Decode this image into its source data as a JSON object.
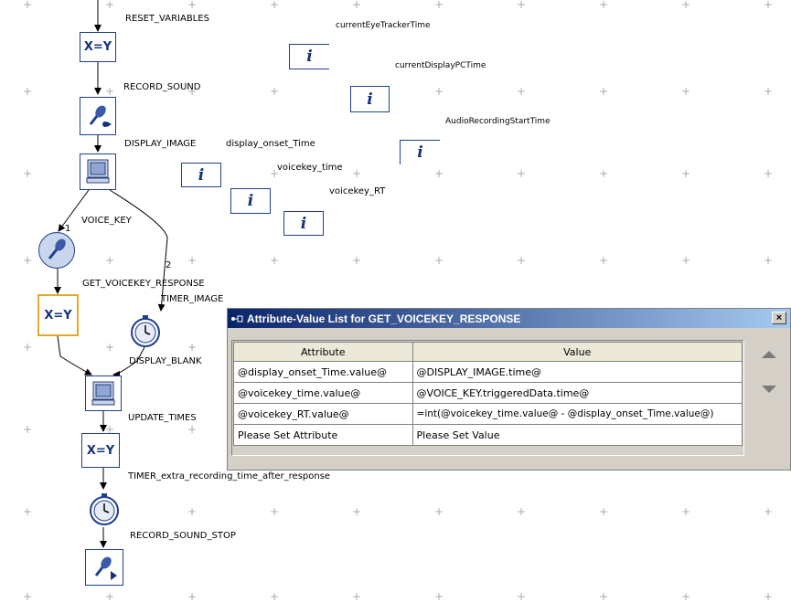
{
  "canvas": {
    "nodes": {
      "reset_variables": "RESET_VARIABLES",
      "record_sound": "RECORD_SOUND",
      "display_image": "DISPLAY_IMAGE",
      "voice_key": "VOICE_KEY",
      "get_voicekey_response": "GET_VOICEKEY_RESPONSE",
      "timer_image": "TIMER_IMAGE",
      "display_blank": "DISPLAY_BLANK",
      "update_times": "UPDATE_TIMES",
      "timer_extra": "TIMER_extra_recording_time_after_response",
      "record_sound_stop": "RECORD_SOUND_STOP"
    },
    "variables": {
      "current_eyetracker_time": "currentEyeTrackerTime",
      "current_display_pc_time": "currentDisplayPCTime",
      "audio_recording_start_time": "AudioRecordingStartTime",
      "display_onset_time": "display_onset_Time",
      "voicekey_time": "voicekey_time",
      "voicekey_rt": "voicekey_RT"
    },
    "xy_glyph": "X=Y",
    "info_glyph": "i",
    "branch_labels": [
      "1",
      "2"
    ]
  },
  "dialog": {
    "icon": "link-icon",
    "title": "Attribute-Value List for GET_VOICEKEY_RESPONSE",
    "close_glyph": "×",
    "columns": [
      "Attribute",
      "Value"
    ],
    "rows": [
      {
        "attribute": "@display_onset_Time.value@",
        "value": "@DISPLAY_IMAGE.time@"
      },
      {
        "attribute": "@voicekey_time.value@",
        "value": "@VOICE_KEY.triggeredData.time@"
      },
      {
        "attribute": "@voicekey_RT.value@",
        "value": "=int(@voicekey_time.value@ - @display_onset_Time.value@)"
      },
      {
        "attribute": "Please Set Attribute",
        "value": "Please Set Value"
      }
    ]
  },
  "colors": {
    "node_border": "#1f3f8f",
    "selected_border": "#e2a82c",
    "title_start": "#0a246a",
    "title_end": "#a6caf0"
  }
}
